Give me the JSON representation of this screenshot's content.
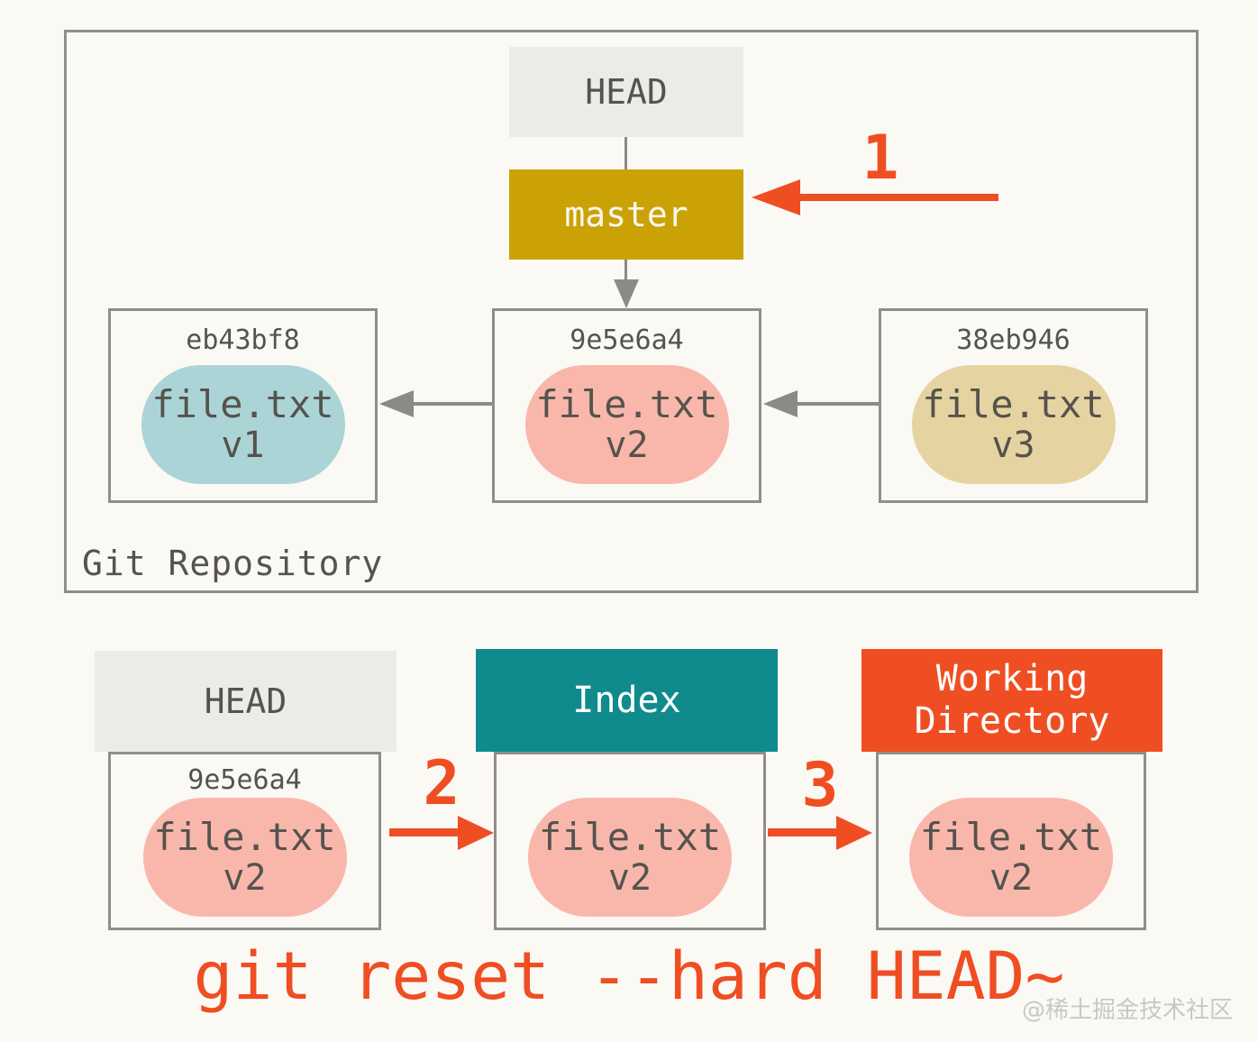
{
  "colors": {
    "page-bg": "#FAF9F4",
    "accent": "#EF4E23",
    "teal": "#0F8B8D",
    "gold": "#CBA206",
    "border-gray": "#908E88",
    "arrow-gray": "#8C8A84",
    "ink": "#55534D",
    "header-gray-bg": "#ECEBE5",
    "pill-blue": "#ABD4D6",
    "pill-salmon": "#F9B7AC",
    "pill-tan": "#E5D4A1",
    "light-text": "#FBF7EE",
    "watermark-gray": "#C9C7C3"
  },
  "repository": {
    "label": "Git Repository",
    "head_ref": "HEAD",
    "branch_ref": "master",
    "commits": [
      {
        "hash": "eb43bf8",
        "file": "file.txt",
        "version": "v1"
      },
      {
        "hash": "9e5e6a4",
        "file": "file.txt",
        "version": "v2"
      },
      {
        "hash": "38eb946",
        "file": "file.txt",
        "version": "v3"
      }
    ]
  },
  "steps": {
    "one": "1",
    "two": "2",
    "three": "3"
  },
  "areas": {
    "head": {
      "title": "HEAD",
      "hash": "9e5e6a4",
      "file": "file.txt",
      "version": "v2"
    },
    "index": {
      "title": "Index",
      "file": "file.txt",
      "version": "v2"
    },
    "working": {
      "title": "Working Directory",
      "file": "file.txt",
      "version": "v2"
    }
  },
  "caption": "git reset --hard HEAD~",
  "watermark": "@稀土掘金技术社区"
}
